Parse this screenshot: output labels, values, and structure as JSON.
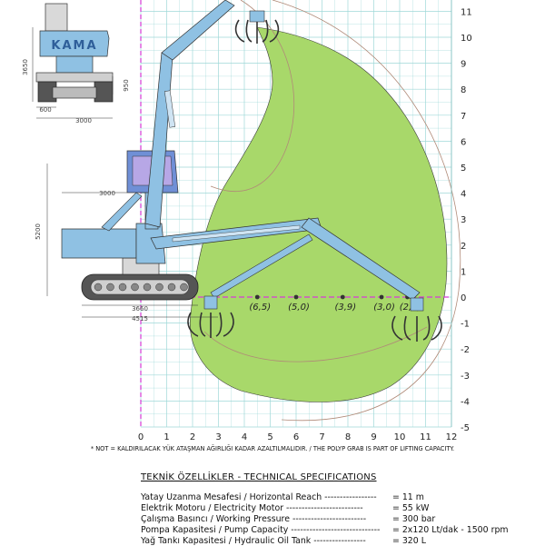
{
  "diagram": {
    "brand": "KAMA",
    "axis_x_ticks": [
      "0",
      "1",
      "2",
      "3",
      "4",
      "5",
      "6",
      "7",
      "8",
      "9",
      "10",
      "11",
      "12"
    ],
    "axis_y_ticks": [
      "11",
      "10",
      "9",
      "8",
      "7",
      "6",
      "5",
      "4",
      "3",
      "2",
      "1",
      "0",
      "-1",
      "-2",
      "-3",
      "-4",
      "-5"
    ],
    "dimensions": {
      "height_small": "3650",
      "width_600": "600",
      "width_3000_top": "3000",
      "value_950": "950",
      "width_3000_mid": "3000",
      "height_5200": "5200",
      "width_3660": "3660",
      "width_4515": "4515"
    },
    "load_points": [
      {
        "label": "(6,5)",
        "x": 4.5
      },
      {
        "label": "(5,0)",
        "x": 6.0
      },
      {
        "label": "(3,9)",
        "x": 7.8
      },
      {
        "label": "(3,0)",
        "x": 9.3
      },
      {
        "label": "(2,5)",
        "x": 10.3
      }
    ],
    "colors": {
      "working_area": "#a8d86a",
      "machine": "#8fc1e3",
      "grid": "#9fd8d8",
      "axis": "#d63ad6"
    }
  },
  "note": "* NOT = KALDIRILACAK YÜK ATAŞMAN AĞIRLIĞI KADAR AZALTILMALIDIR. / THE POLYP GRAB IS PART OF LIFTING CAPACITY.",
  "specs": {
    "title": "TEKNİK ÖZELLİKLER - TECHNICAL SPECIFICATIONS",
    "rows": [
      {
        "label": "Yatay Uzanma Mesafesi / Horizontal Reach -----------------",
        "value": "= 11 m"
      },
      {
        "label": "Elektrik Motoru / Electricity Motor -------------------------",
        "value": "= 55 kW"
      },
      {
        "label": "Çalışma Basıncı / Working Pressure ------------------------",
        "value": "= 300 bar"
      },
      {
        "label": "Pompa Kapasitesi / Pump Capacity -----------------------------",
        "value": "= 2x120 Lt/dak - 1500 rpm"
      },
      {
        "label": "Yağ Tankı Kapasitesi / Hydraulic Oil Tank -----------------",
        "value": "= 320 L"
      }
    ]
  }
}
